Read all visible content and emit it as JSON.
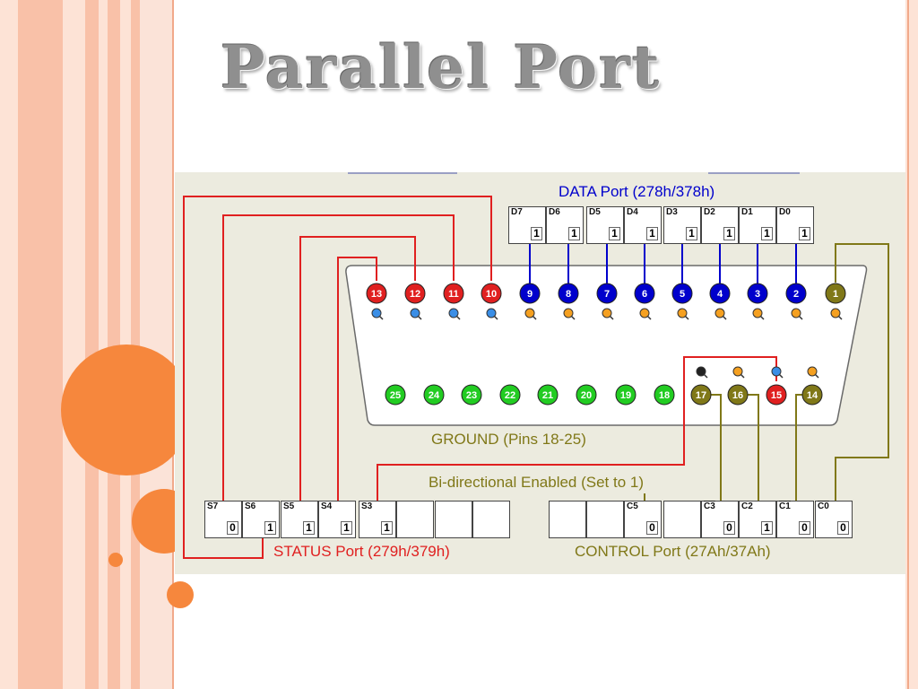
{
  "slide": {
    "title": "Parallel Port"
  },
  "data_port": {
    "title": "DATA Port (278h/378h)",
    "bits": [
      {
        "label": "D7",
        "value": "1"
      },
      {
        "label": "D6",
        "value": "1"
      },
      {
        "label": "D5",
        "value": "1"
      },
      {
        "label": "D4",
        "value": "1"
      },
      {
        "label": "D3",
        "value": "1"
      },
      {
        "label": "D2",
        "value": "1"
      },
      {
        "label": "D1",
        "value": "1"
      },
      {
        "label": "D0",
        "value": "1"
      }
    ]
  },
  "status_port": {
    "title": "STATUS Port (279h/379h)",
    "bits": [
      {
        "label": "S7",
        "value": "0"
      },
      {
        "label": "S6",
        "value": "1"
      },
      {
        "label": "S5",
        "value": "1"
      },
      {
        "label": "S4",
        "value": "1"
      },
      {
        "label": "S3",
        "value": "1"
      },
      {
        "label": "",
        "value": ""
      },
      {
        "label": "",
        "value": ""
      },
      {
        "label": "",
        "value": ""
      }
    ]
  },
  "control_port": {
    "title": "CONTROL Port (27Ah/37Ah)",
    "bits": [
      {
        "label": "",
        "value": ""
      },
      {
        "label": "",
        "value": ""
      },
      {
        "label": "C5",
        "value": "0"
      },
      {
        "label": "",
        "value": ""
      },
      {
        "label": "C3",
        "value": "0"
      },
      {
        "label": "C2",
        "value": "1"
      },
      {
        "label": "C1",
        "value": "0"
      },
      {
        "label": "C0",
        "value": "0"
      }
    ]
  },
  "labels": {
    "ground": "GROUND (Pins 18-25)",
    "bidirectional": "Bi-directional Enabled (Set to 1)"
  },
  "pins_top": [
    "13",
    "12",
    "11",
    "10",
    "9",
    "8",
    "7",
    "6",
    "5",
    "4",
    "3",
    "2",
    "1"
  ],
  "pins_bottom": [
    "25",
    "24",
    "23",
    "22",
    "21",
    "20",
    "19",
    "18",
    "17",
    "16",
    "15",
    "14"
  ],
  "colors": {
    "data": "#0000cc",
    "status": "#e02020",
    "control": "#807818",
    "ground": "#22cc22",
    "accent": "#f6873d"
  }
}
